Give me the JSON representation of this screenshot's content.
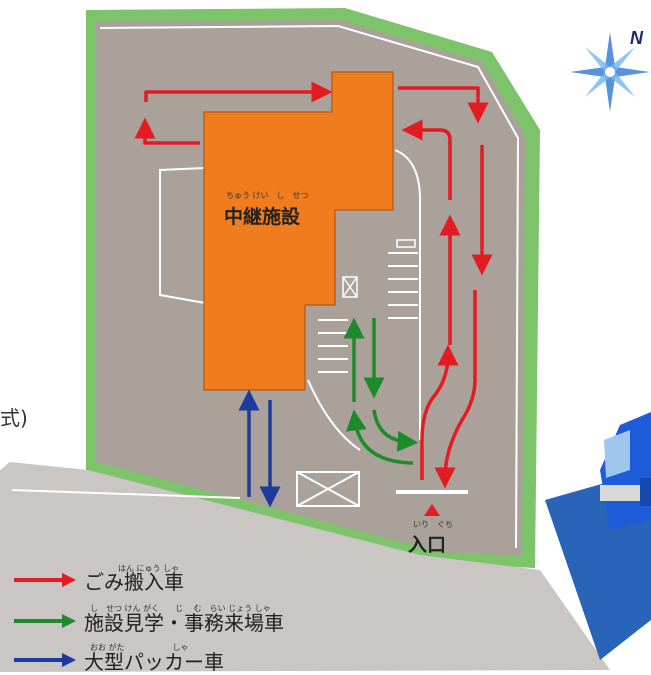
{
  "map": {
    "building": {
      "label": "中継施設",
      "ruby": "ちゅう けい　し　せつ"
    },
    "entrance": {
      "label": "入口",
      "ruby": "いり　ぐち"
    },
    "side_text": "式)",
    "compass_letter": "N",
    "colors": {
      "garbage": "#e31b23",
      "visitor": "#1f8a2c",
      "packer": "#1f3a9e",
      "lot": "#aaa29a",
      "grass": "#7cc36a",
      "building": "#f07c1e",
      "road": "#c9c6c4"
    }
  },
  "legend": [
    {
      "label": "ごみ搬入車",
      "ruby": "はん にゅう しゃ",
      "color": "garbage"
    },
    {
      "label": "施設見学・事務来場車",
      "ruby": "し　せつ けん がく　　じ　 む　らい じょう しゃ",
      "color": "visitor"
    },
    {
      "label": "大型パッカー車",
      "ruby": "おお がた　　　　　　しゃ",
      "color": "packer"
    }
  ]
}
